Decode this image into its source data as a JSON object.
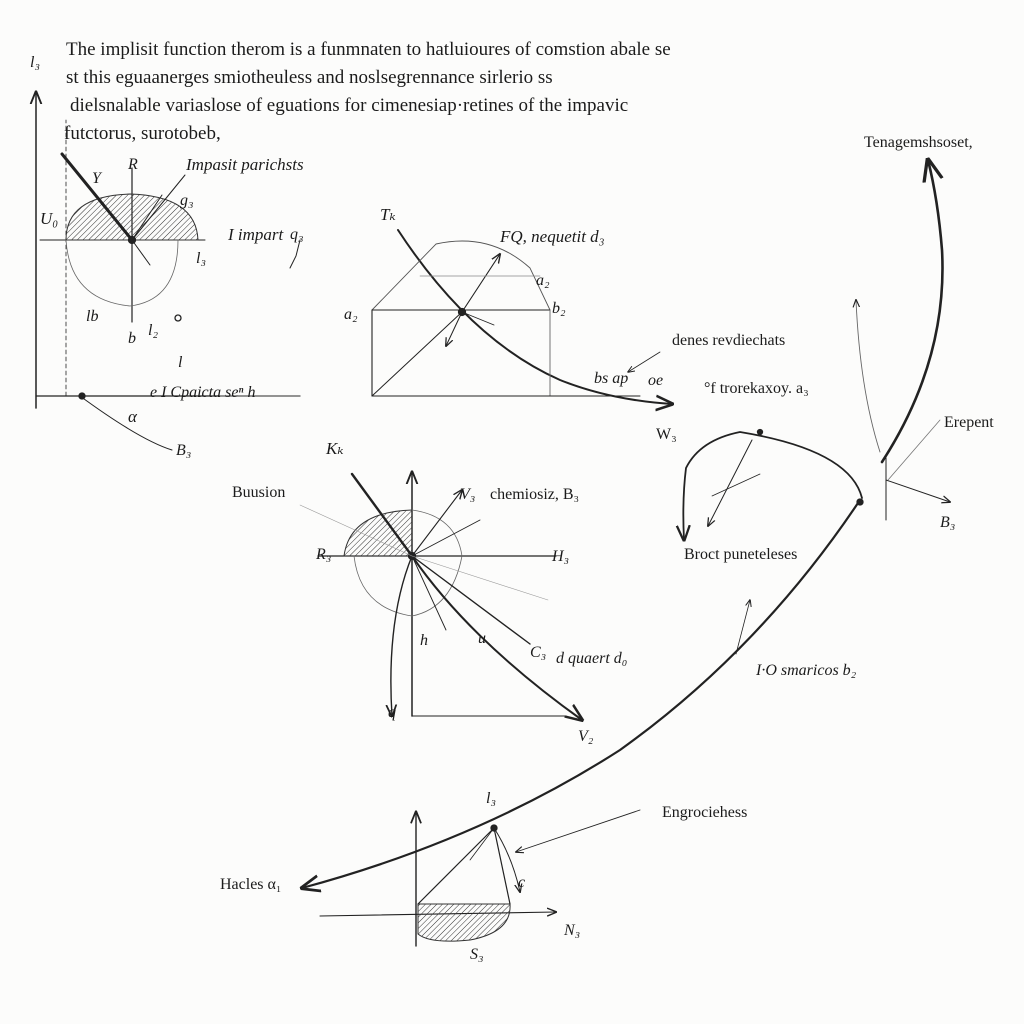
{
  "intro_text": [
    "The implisit function therom is a funmnaten to hatluioures of comstion abale se",
    "st this eguaanerges smiotheuless and noslsegrennance sirlerio ss",
    "dielsnalable variaslose of eguations for cimenesiap·retines of the impavic",
    "futctorus, surotobeb,"
  ],
  "labels": {
    "axis_top_left": "l₃",
    "y": "Y",
    "r": "R",
    "implicit_particles": "Impasit parichsts",
    "g": "g₃",
    "u": "U₀",
    "i_impart": "I impart",
    "q": "q₃",
    "l_small": "l₃",
    "lb": "lb",
    "b_small": "b",
    "l2": "l₂",
    "l_mark": "l",
    "ic_particle": "e I Cpaicta seⁿ h",
    "alpha": "α",
    "b3_left": "B₃",
    "t_k": "Tₖ",
    "f_q": "FQ, nequetit d₃",
    "a2_right": "a₂",
    "a2_left": "a₂",
    "b2": "b₂",
    "dens": "denes revdiechats",
    "bs_ap": "bs ap",
    "oe": "oe",
    "of_trorek": "°f trorekaxoy. a₃",
    "w": "W₃",
    "tangent": "Tenagemshsoset,",
    "erpent": "Erepent",
    "b3_right": "B₃",
    "k": "Kₖ",
    "bussion": "Buusion",
    "v": "V₃",
    "chemiosis": "chemiosiz, B₃",
    "h": "H₃",
    "r3": "R₃",
    "broct": "Broct puneteleses",
    "h_small": "h",
    "u_small": "u",
    "c": "C₃",
    "d_quaert": "d quaert d₀",
    "io_smarios": "I·O smaricos b₂",
    "q_bottom": "q",
    "v2": "V₂",
    "l_bottom": "l₃",
    "engrociehess": "Engrociehess",
    "hacles": "Hacles α₁",
    "c_small": "c",
    "n": "N₃",
    "s": "S₃"
  }
}
